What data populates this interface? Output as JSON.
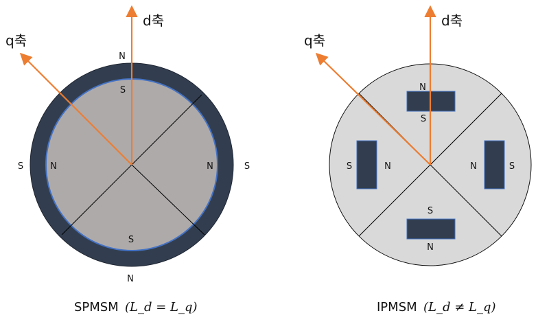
{
  "axes": {
    "d_label": "d축",
    "q_label": "q축"
  },
  "poles": {
    "north": "N",
    "south": "S"
  },
  "captions": {
    "spmsm_name": "SPMSM",
    "spmsm_formula": "(L_d = L_q)",
    "ipmsm_name": "IPMSM",
    "ipmsm_formula": "(L_d ≠ L_q)"
  },
  "colors": {
    "axis_arrow": "#ED7D31",
    "magnet": "#323E4F",
    "spmsm_rotor": "#AEAAAA",
    "ipmsm_rotor": "#D9D9D9",
    "rotor_outline": "#4472C4"
  }
}
